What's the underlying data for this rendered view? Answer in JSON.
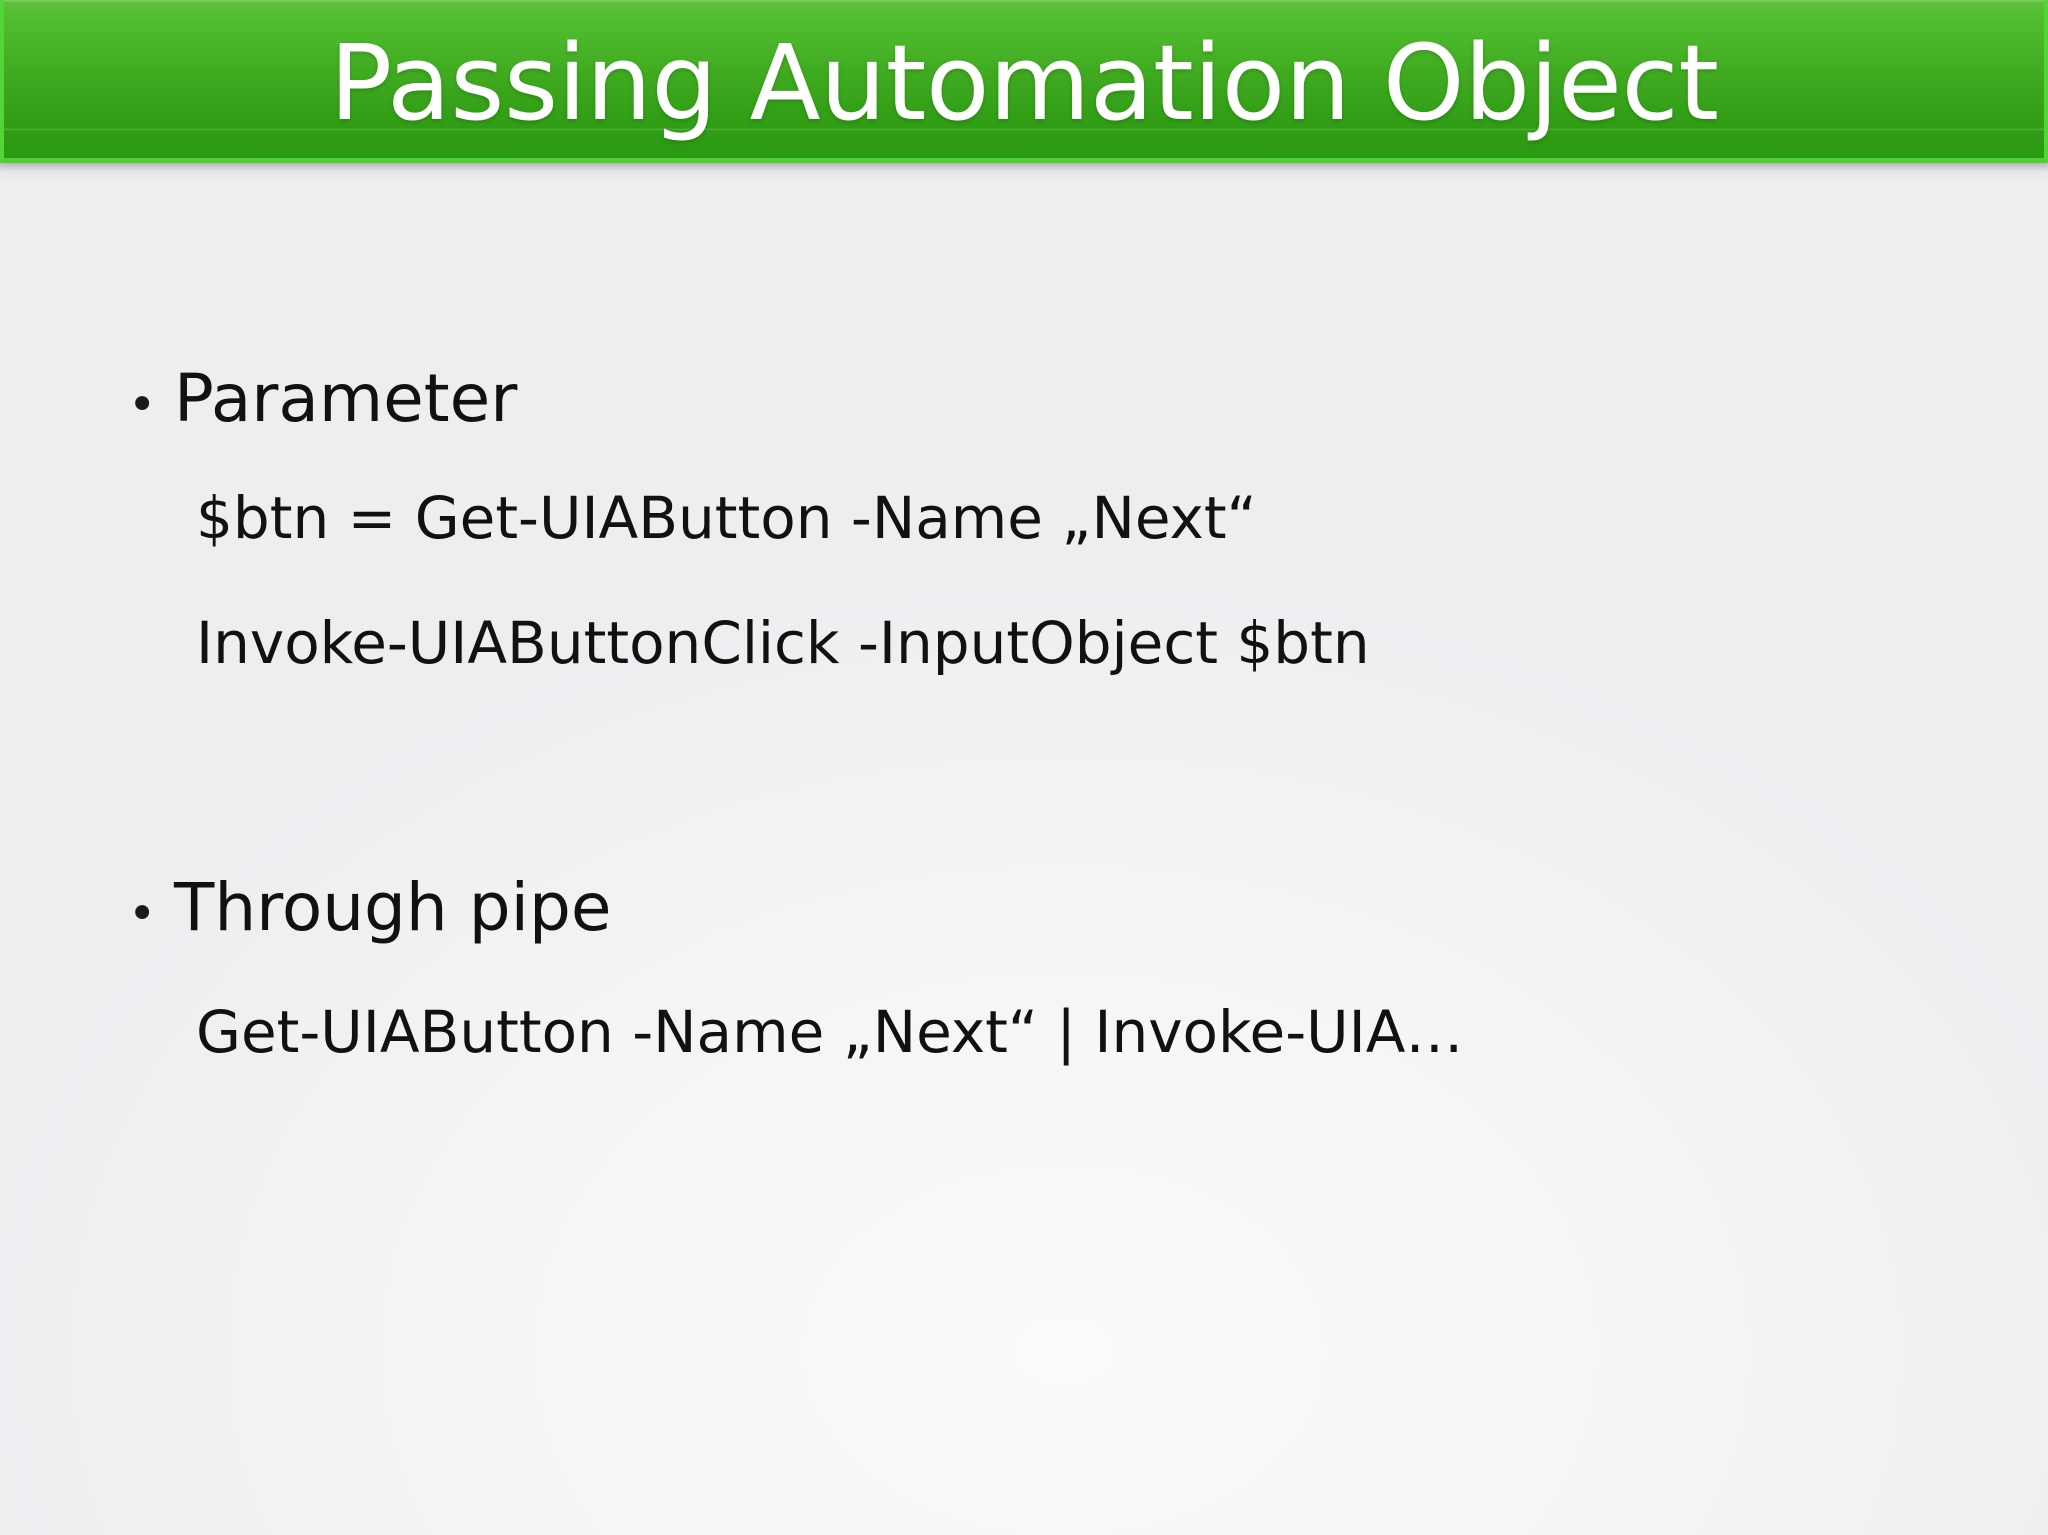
{
  "slide": {
    "title": "Passing Automation Object",
    "theme": {
      "header_green_light": "#5cc13a",
      "header_green_dark": "#2c9913",
      "header_edge_green": "#55d438",
      "title_color": "#ffffff",
      "body_background": "#f2f2f4",
      "body_text_color": "#111111"
    },
    "bullet_glyph": "•",
    "sections": [
      {
        "bullet": "Parameter",
        "lines": [
          "$btn = Get-UIAButton -Name „Next“",
          "Invoke-UIAButtonClick -InputObject $btn"
        ]
      },
      {
        "bullet": "Through pipe",
        "lines": [
          "Get-UIAButton -Name „Next“ | Invoke-UIA…"
        ]
      }
    ]
  }
}
